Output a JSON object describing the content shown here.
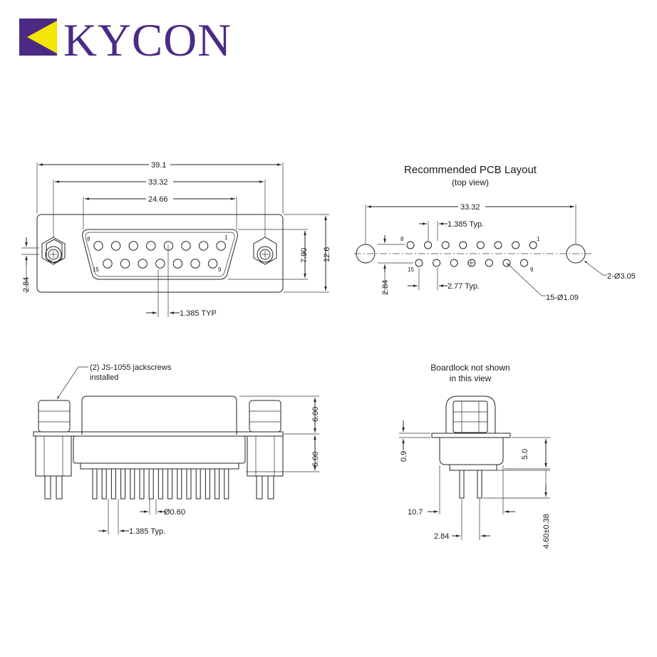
{
  "brand": {
    "name": "KYCON",
    "color": "#4b2a84",
    "accent": "#f4e600"
  },
  "front_view": {
    "overall_width": "39.1",
    "mount_spacing": "33.32",
    "shell_width": "24.66",
    "shell_height": "7.90",
    "overall_height": "12.6",
    "row_offset": "2.84",
    "pin_pitch": "1.385 TYP",
    "pin_labels": {
      "top_left": "8",
      "top_right": "1",
      "bottom_left": "15",
      "bottom_right": "9"
    }
  },
  "pcb_layout": {
    "title": "Recommended PCB Layout",
    "subtitle": "(top view)",
    "mount_spacing": "33.32",
    "pin_pitch": "1.385 Typ.",
    "row_spacing": "2.77 Typ.",
    "row_offset": "2.84",
    "pin_hole": "15-Ø1.09",
    "mount_hole": "2-Ø3.05",
    "pin_labels": {
      "top_left": "8",
      "top_right": "1",
      "bottom_left": "15",
      "bottom_right": "9"
    }
  },
  "side_view": {
    "jackscrew_note": "(2) JS-1055 jackscrews",
    "jackscrew_note_2": "installed",
    "height_above": "6.00",
    "height_below": "6.00",
    "pin_diameter": "Ø0.60",
    "pin_pitch": "1.385 Typ."
  },
  "end_view": {
    "note": "Boardlock not shown",
    "note_2": "in this view",
    "flange": "0.9",
    "body_depth": "5.0",
    "board_offset": "10.7",
    "tail_length": "4.60±0.38",
    "row_spacing": "2.84"
  }
}
